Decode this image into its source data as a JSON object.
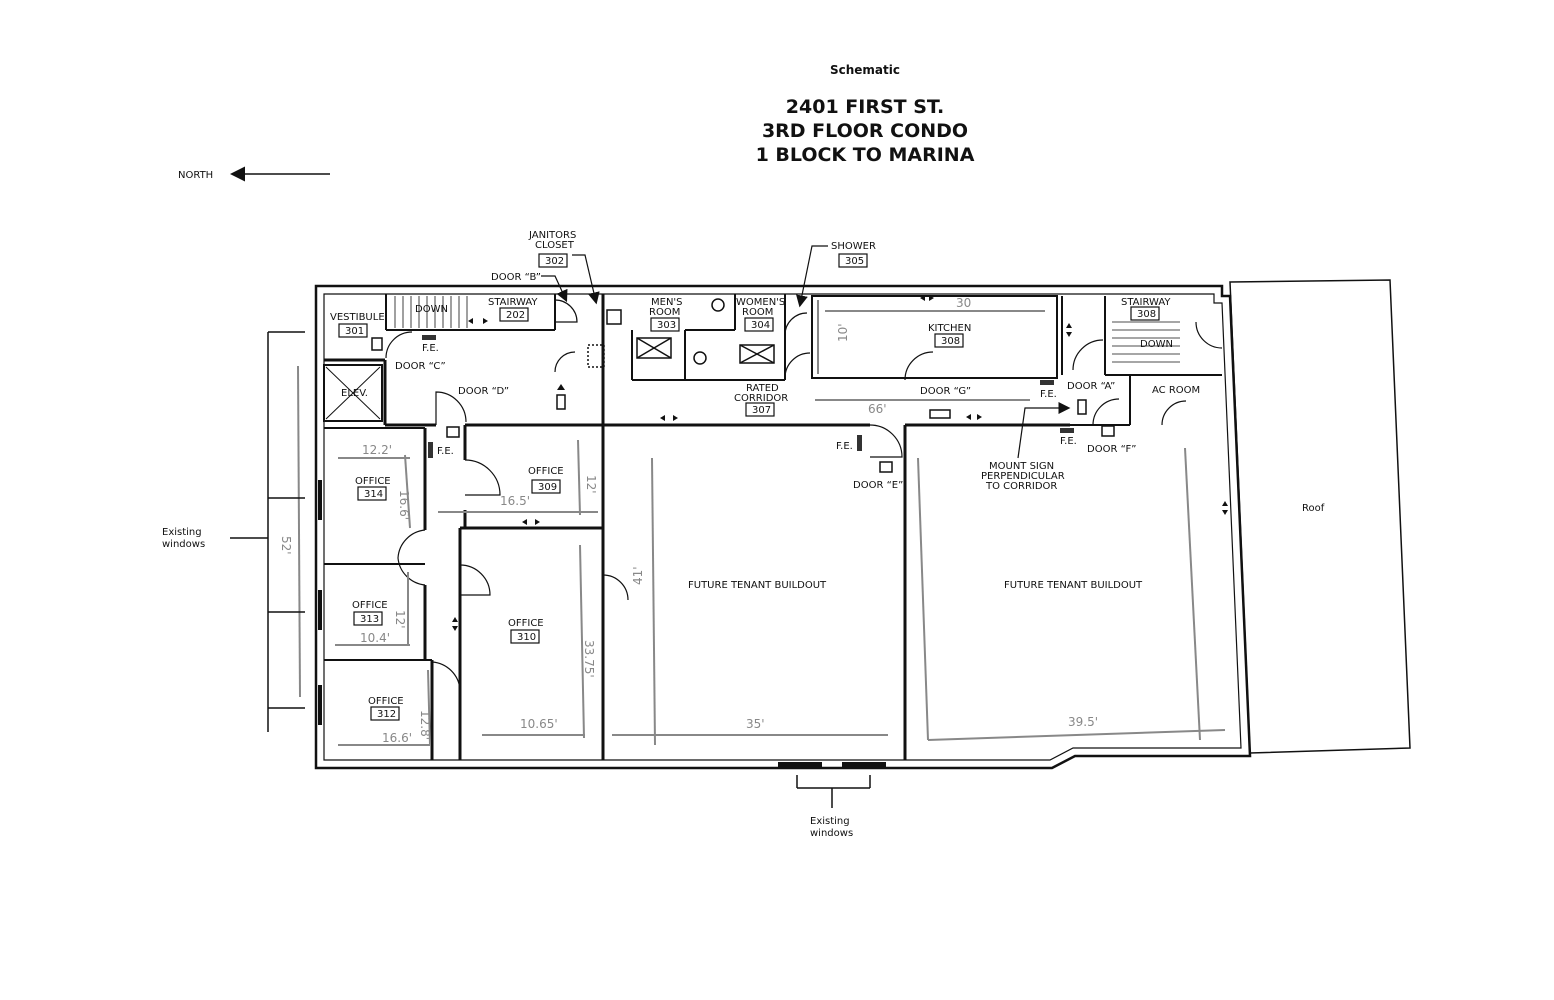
{
  "header": {
    "schematic": "Schematic",
    "title_lines": [
      "2401 FIRST ST.",
      "3RD FLOOR CONDO",
      "1 BLOCK TO MARINA"
    ]
  },
  "compass": {
    "label": "NORTH"
  },
  "callouts": {
    "janitors_closet": [
      "JANITORS",
      "CLOSET"
    ],
    "janitors_number": "302",
    "door_b": "DOOR “B”",
    "shower": "SHOWER",
    "shower_number": "305",
    "mount_sign": [
      "MOUNT SIGN",
      "PERPENDICULAR",
      "TO CORRIDOR"
    ],
    "existing_windows_west": [
      "Existing",
      "windows"
    ],
    "existing_windows_south": [
      "Existing",
      "windows"
    ],
    "roof": "Roof"
  },
  "rooms": {
    "vestibule": {
      "name": "VESTIBULE",
      "number": "301"
    },
    "stairway_202": {
      "name": "STAIRWAY",
      "number": "202",
      "stair_label": "DOWN"
    },
    "mens": {
      "name": [
        "MEN'S",
        "ROOM"
      ],
      "number": "303"
    },
    "womens": {
      "name": [
        "WOMEN'S",
        "ROOM"
      ],
      "number": "304"
    },
    "kitchen": {
      "name": "KITCHEN",
      "number": "308"
    },
    "stairway_308": {
      "name": "STAIRWAY",
      "number": "308",
      "stair_label": "DOWN"
    },
    "elev": {
      "name": "ELEV."
    },
    "corridor": {
      "name": [
        "RATED",
        "CORRIDOR"
      ],
      "number": "307"
    },
    "ac_room": {
      "name": "AC ROOM"
    },
    "office_314": {
      "name": "OFFICE",
      "number": "314"
    },
    "office_309": {
      "name": "OFFICE",
      "number": "309"
    },
    "office_313": {
      "name": "OFFICE",
      "number": "313"
    },
    "office_310": {
      "name": "OFFICE",
      "number": "310"
    },
    "office_312": {
      "name": "OFFICE",
      "number": "312"
    },
    "tenant_west": {
      "name": "FUTURE TENANT BUILDOUT"
    },
    "tenant_east": {
      "name": "FUTURE TENANT BUILDOUT"
    }
  },
  "doors": {
    "c": "DOOR “C”",
    "d": "DOOR “D”",
    "g": "DOOR “G”",
    "a": "DOOR “A”",
    "e": "DOOR “E”",
    "f": "DOOR “F”"
  },
  "fire_extinguisher": "F.E.",
  "dimensions": {
    "kitchen_w": "30",
    "kitchen_d": "10'",
    "corridor": "66'",
    "o314_w": "12.2'",
    "o314_d": "16.6'",
    "o309_w": "16.5'",
    "o309_d": "12'",
    "o313_d": "12'",
    "o313_w": "10.4'",
    "o312_d": "12.8'",
    "o312_w": "16.6'",
    "o310_w": "10.65'",
    "o310_d": "33.75'",
    "tenant_w_d": "41'",
    "tenant_w_w": "35'",
    "tenant_e_w": "39.5'",
    "west_wall": "52'"
  }
}
